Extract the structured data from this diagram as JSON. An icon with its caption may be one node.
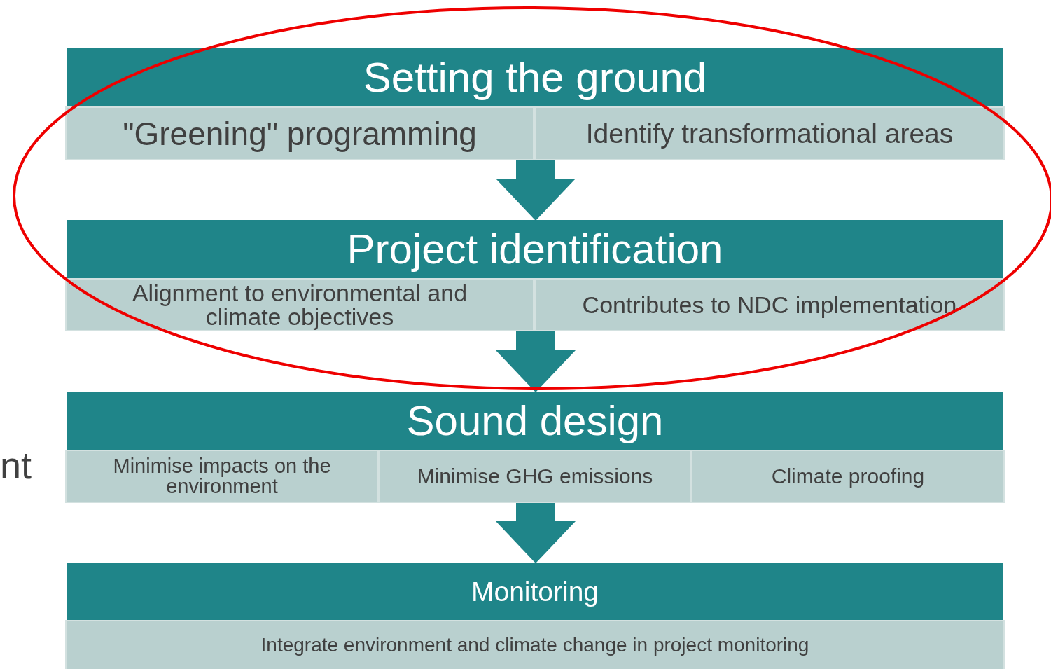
{
  "diagram": {
    "nodes": [
      {
        "text": [
          "Setting the ground"
        ]
      },
      {
        "text": [
          "\"Greening\" programming"
        ]
      },
      {
        "text": [
          "Identify transformational areas"
        ]
      },
      {
        "text": [
          "Project identification"
        ]
      },
      {
        "text": [
          "Alignment to environmental and climate objectives"
        ]
      },
      {
        "text": [
          "Contributes to NDC implementation"
        ]
      },
      {
        "text": [
          "Sound design"
        ]
      },
      {
        "text": [
          "Minimise impacts on the environment"
        ]
      },
      {
        "text": [
          "Minimise GHG emissions"
        ]
      },
      {
        "text": [
          "Climate proofing"
        ]
      },
      {
        "text": [
          "Monitoring"
        ]
      },
      {
        "text": [
          "Integrate environment and climate change in project monitoring"
        ]
      }
    ],
    "edges": [
      {
        "from": 1,
        "to": 3,
        "arrow": "to"
      },
      {
        "from": 4,
        "to": 6,
        "arrow": "to"
      },
      {
        "from": 8,
        "to": 10,
        "arrow": "to"
      }
    ],
    "labels": [
      "nt"
    ]
  }
}
